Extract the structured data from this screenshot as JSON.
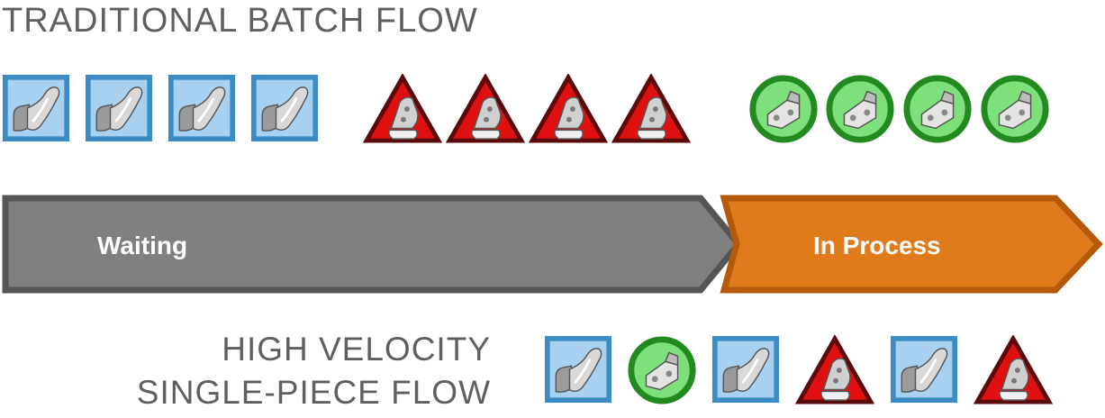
{
  "batch_flow": {
    "title": "TRADITIONAL BATCH FLOW",
    "tokens": [
      {
        "kind": "square",
        "icon": "hook-part-icon"
      },
      {
        "kind": "square",
        "icon": "hook-part-icon"
      },
      {
        "kind": "square",
        "icon": "hook-part-icon"
      },
      {
        "kind": "square",
        "icon": "hook-part-icon"
      },
      {
        "kind": "triangle",
        "icon": "bracket-part-icon"
      },
      {
        "kind": "triangle",
        "icon": "bracket-part-icon"
      },
      {
        "kind": "triangle",
        "icon": "bracket-part-icon"
      },
      {
        "kind": "triangle",
        "icon": "bracket-part-icon"
      },
      {
        "kind": "circle",
        "icon": "plate-part-icon"
      },
      {
        "kind": "circle",
        "icon": "plate-part-icon"
      },
      {
        "kind": "circle",
        "icon": "plate-part-icon"
      },
      {
        "kind": "circle",
        "icon": "plate-part-icon"
      }
    ]
  },
  "stages": {
    "waiting_label": "Waiting",
    "in_process_label": "In Process",
    "waiting_color": "#808080",
    "waiting_border": "#555555",
    "in_process_color": "#e07b1c",
    "in_process_border": "#b55a0a"
  },
  "single_piece_flow": {
    "title_line1": "HIGH VELOCITY",
    "title_line2": "SINGLE-PIECE FLOW",
    "tokens": [
      {
        "kind": "square",
        "icon": "hook-part-icon"
      },
      {
        "kind": "circle",
        "icon": "plate-part-icon"
      },
      {
        "kind": "square",
        "icon": "hook-part-icon"
      },
      {
        "kind": "triangle",
        "icon": "bracket-part-icon"
      },
      {
        "kind": "square",
        "icon": "hook-part-icon"
      },
      {
        "kind": "triangle",
        "icon": "bracket-part-icon"
      }
    ]
  },
  "colors": {
    "square_fill": "#a8d0f0",
    "square_border": "#3b8cc4",
    "triangle_fill": "#e01010",
    "triangle_border": "#5a0a0a",
    "circle_fill": "#7ee07a",
    "circle_border": "#228a1e",
    "title_text": "#5f5f5f"
  }
}
